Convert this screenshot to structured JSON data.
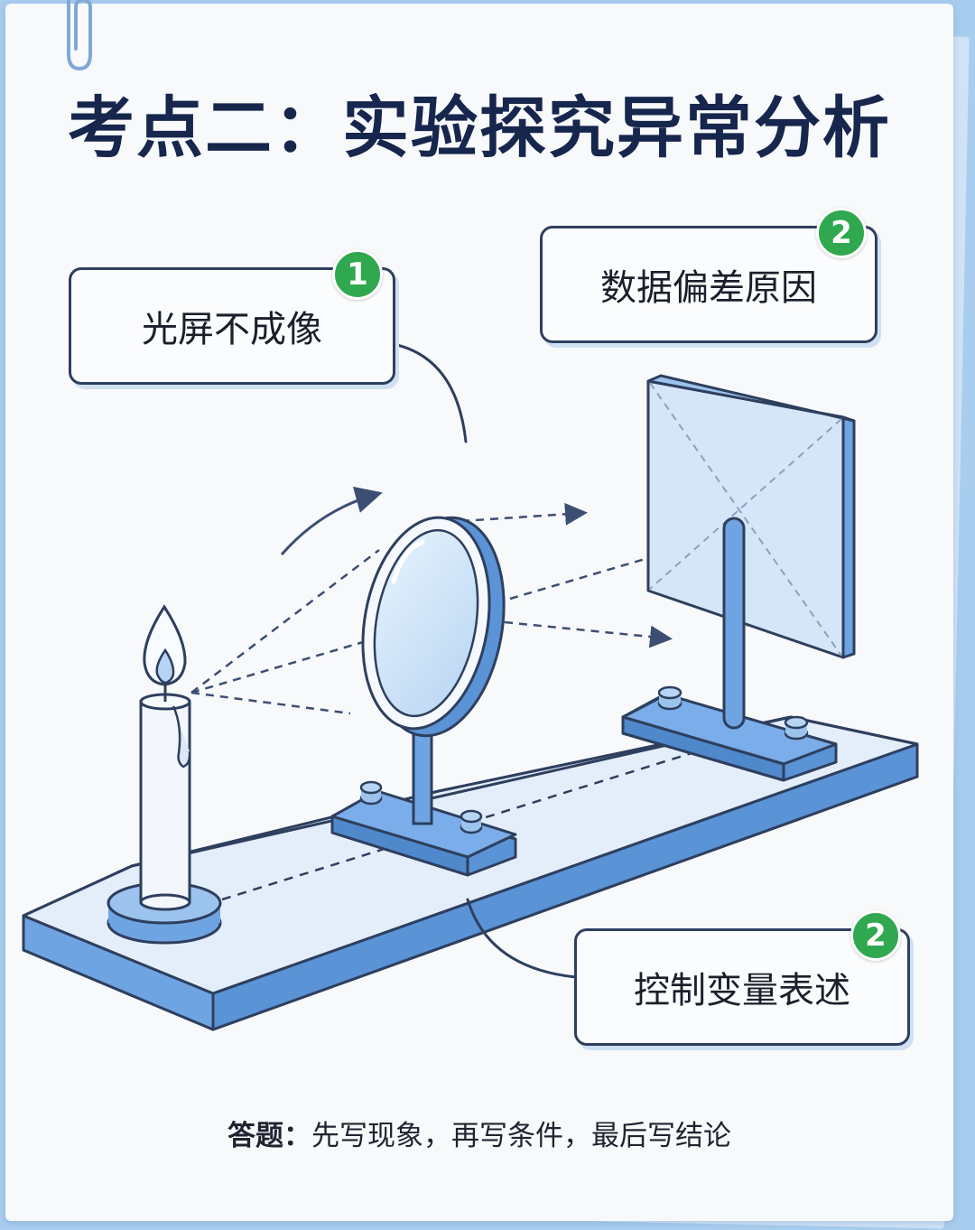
{
  "title": "考点二：实验探究异常分析",
  "callouts": [
    {
      "badge": "1",
      "label": "光屏不成像"
    },
    {
      "badge": "2",
      "label": "数据偏差原因"
    },
    {
      "badge": "2",
      "label": "控制变量表述"
    }
  ],
  "footer": {
    "lead": "答题：",
    "text": "先写现象，再写条件，最后写结论"
  },
  "colors": {
    "title": "#17264d",
    "badge": "#2fa84f",
    "outline": "#2e3f5e",
    "apparatus": "#6fa4e2",
    "background": "#a9cdee"
  }
}
